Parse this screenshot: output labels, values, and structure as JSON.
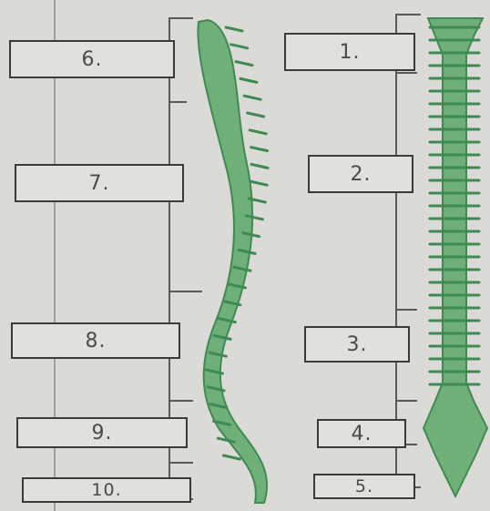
{
  "diagram": {
    "labels": [
      "6.",
      "7.",
      "8.",
      "9.",
      "10.",
      "1.",
      "2.",
      "3.",
      "4.",
      "5."
    ]
  },
  "colors": {
    "paper": "#dcdad6",
    "ink": "#3a3a3a",
    "spine_fill": "#6fb07a",
    "spine_dark": "#3f8a52"
  }
}
